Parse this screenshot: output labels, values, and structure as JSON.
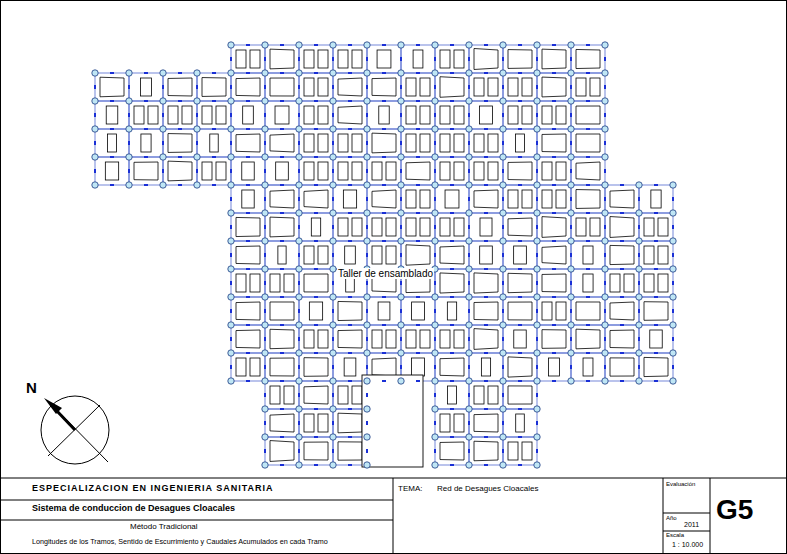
{
  "diagram": {
    "labels": [
      "Taller de ensamblado",
      "N",
      "ESPECIALIZACION EN INGENIERIA SANITARIA",
      "Sistema de conduccion de Desagues Cloacales",
      "Método Tradicional",
      "Longitudes de los Tramos, Sentido de Escurrimiento y Caudales Acumulados en cada Tramo",
      "TEMA:",
      "Red de Desagues Cloacales",
      "Evaluación",
      "G5",
      "Año",
      "2011",
      "Escala",
      "1 : 10.000"
    ]
  }
}
